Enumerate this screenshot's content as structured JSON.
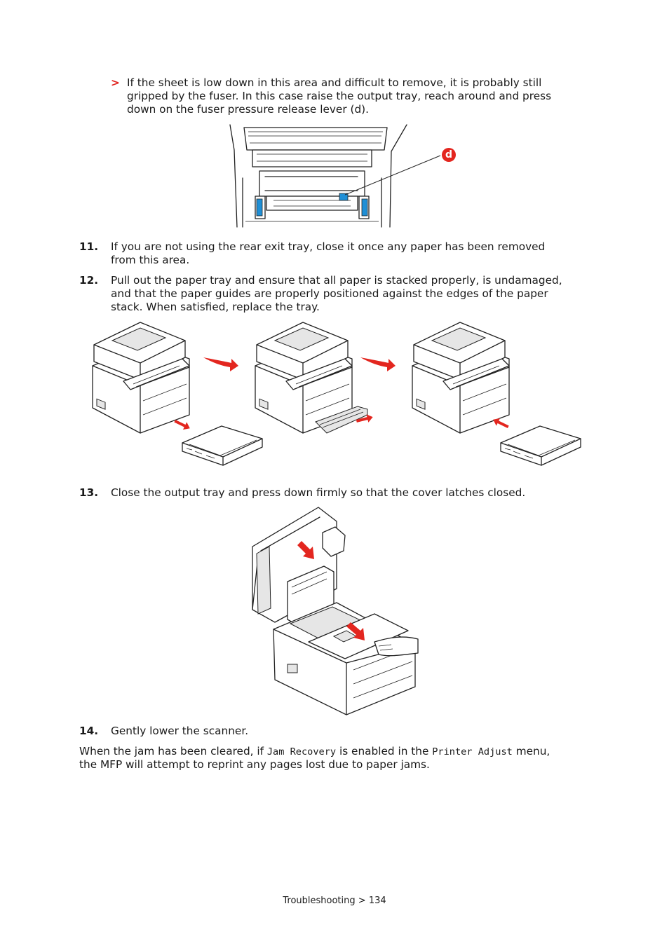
{
  "bullet": {
    "marker": ">",
    "line1": "If the sheet is low down in this area and difficult to remove, it is probably still",
    "line2": "gripped by the fuser. In this case raise the output tray, reach around and press",
    "line3": "down on the fuser pressure release lever (d)."
  },
  "figure1": {
    "callout_label": "d",
    "accent_color": "#1f8fd6",
    "callout_color": "#e3261f"
  },
  "steps": [
    {
      "number": "11.",
      "line1": "If you are not using the rear exit tray, close it once any paper has been removed",
      "line2": "from this area."
    },
    {
      "number": "12.",
      "line1": "Pull out the paper tray and ensure that all paper is stacked properly, is undamaged,",
      "line2": "and that the paper guides are properly positioned against the edges of the paper",
      "line3": "stack. When satisfied, replace the tray."
    },
    {
      "number": "13.",
      "line1": "Close the output tray and press down firmly so that the cover latches closed."
    },
    {
      "number": "14.",
      "line1": "Gently lower the scanner."
    }
  ],
  "closing": {
    "part1": "When the jam has been cleared, if ",
    "code1": "Jam Recovery",
    "part2": " is enabled in the ",
    "code2": "Printer Adjust",
    "part3": " menu,",
    "line2": "the MFP will attempt to reprint any pages lost due to paper jams."
  },
  "footer": {
    "section": "Troubleshooting",
    "separator": ">",
    "page": "134"
  },
  "colors": {
    "arrow": "#e3261f",
    "bullet_marker": "#e0201b"
  }
}
